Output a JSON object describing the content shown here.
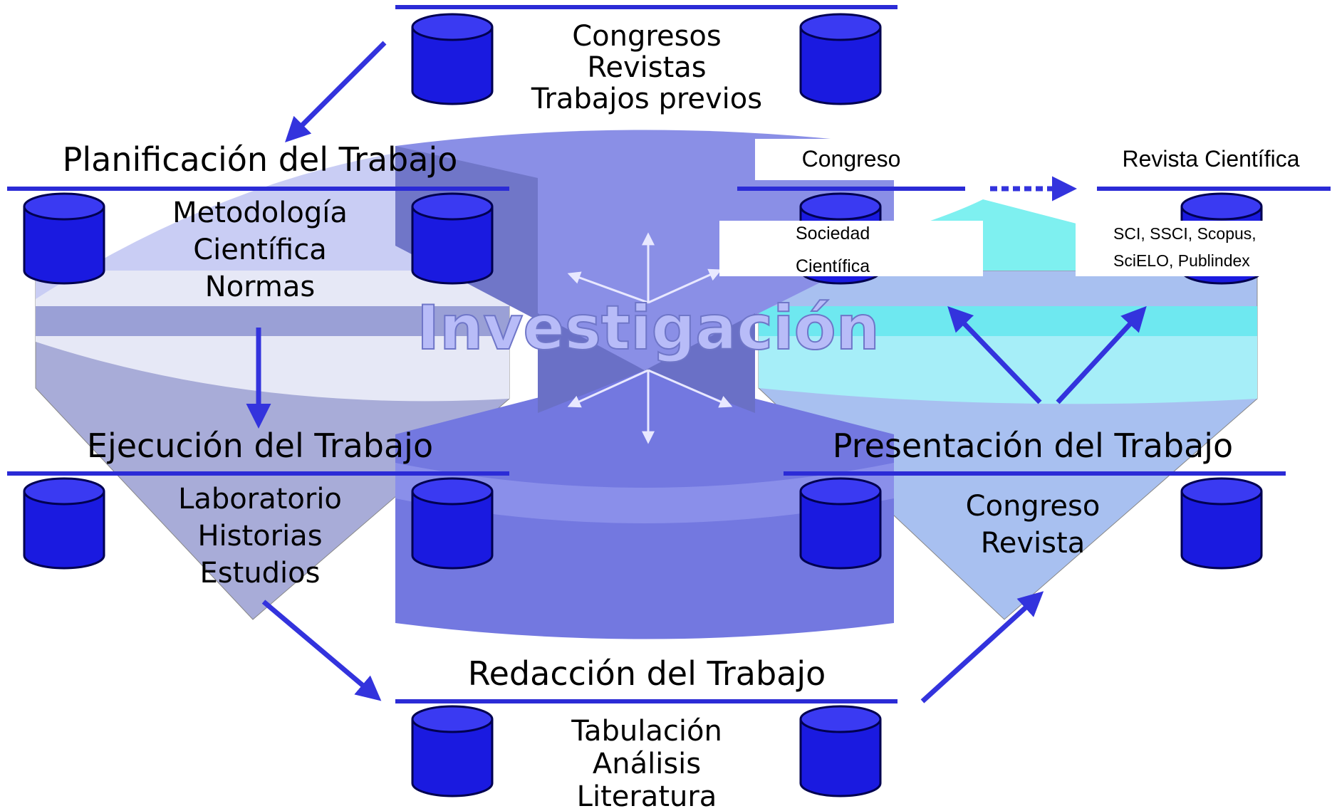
{
  "center": {
    "title": "Investigación"
  },
  "sources": {
    "lines": [
      "Congresos",
      "Revistas",
      "Trabajos previos"
    ]
  },
  "planning": {
    "title": "Planificación del Trabajo",
    "lines": [
      "Metodología",
      "Científica",
      "Normas"
    ]
  },
  "execution": {
    "title": "Ejecución del Trabajo",
    "lines": [
      "Laboratorio",
      "Historias",
      "Estudios"
    ]
  },
  "writing": {
    "title": "Redacción del Trabajo",
    "lines": [
      "Tabulación",
      "Análisis",
      "Literatura"
    ]
  },
  "presentation": {
    "title": "Presentación del Trabajo",
    "lines": [
      "Congreso",
      "Revista"
    ]
  },
  "congress": {
    "title": "Congreso",
    "lines": [
      "Sociedad",
      "Científica"
    ]
  },
  "journal": {
    "title": "Revista Científica",
    "lines": [
      "SCI, SSCI, Scopus,",
      "SciELO, Publindex"
    ]
  },
  "colors": {
    "database": "#1a1ae0",
    "line": "#2b2bd6",
    "arrow": "#3333dd",
    "slab_left": "#b9bef0",
    "slab_right": "#8ef2f2",
    "center": "#7b80e8"
  }
}
